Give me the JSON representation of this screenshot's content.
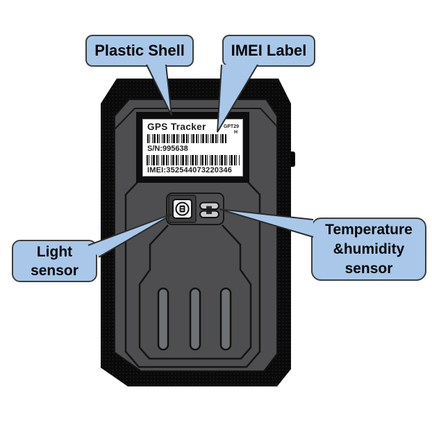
{
  "figure": {
    "callouts": {
      "plastic_shell": {
        "lines": [
          "Plastic Shell"
        ]
      },
      "imei_label": {
        "lines": [
          "IMEI Label"
        ]
      },
      "light_sensor": {
        "lines": [
          "Light",
          "sensor"
        ]
      },
      "temp_humidity": {
        "lines": [
          "Temperature",
          "&humidity",
          "sensor"
        ]
      }
    },
    "device_label": {
      "title": "GPS Tracker",
      "model": "GPT29",
      "model_suffix": "H",
      "serial": "S/N:995638",
      "imei": "IMEI:352544073220346"
    },
    "colors": {
      "callout_fill": "#a9c8e9",
      "callout_border": "#3d3d3d",
      "shell_black": "#0a0a0a",
      "panel_gray": "#4e4e50",
      "label_bg": "#ffffff"
    }
  }
}
